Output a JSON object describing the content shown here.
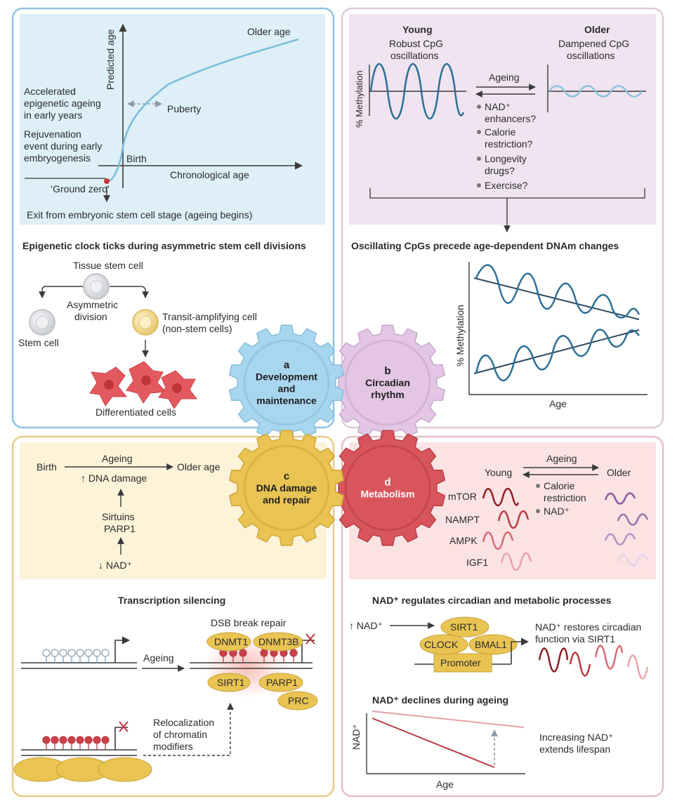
{
  "panel_a": {
    "predicted_age": "Predicted age",
    "older_age": "Older age",
    "accelerated": [
      "Accelerated",
      "epigenetic ageing",
      "in early years"
    ],
    "puberty": "Puberty",
    "rejuvenation": [
      "Rejuvenation",
      "event during early",
      "embryogenesis"
    ],
    "birth": "Birth",
    "chronological_age": "Chronological age",
    "ground_zero": "‘Ground zero’",
    "exit": "Exit from embryonic stem cell stage (ageing begins)",
    "clock_title": "Epigenetic clock ticks during asymmetric stem cell divisions",
    "tissue_stem_cell": "Tissue stem cell",
    "asymmetric": [
      "Asymmetric",
      "division"
    ],
    "transit": [
      "Transit-amplifying cell",
      "(non-stem cells)"
    ],
    "stem_cell": "Stem cell",
    "differentiated": "Differentiated cells"
  },
  "panel_b": {
    "young": "Young",
    "young_sub": [
      "Robust CpG",
      "oscillations"
    ],
    "older": "Older",
    "older_sub": [
      "Dampened CpG",
      "oscillations"
    ],
    "ylabel": "% Methylation",
    "ageing": "Ageing",
    "interventions": [
      "NAD⁺",
      "enhancers?",
      "Calorie",
      "restriction?",
      "Longevity",
      "drugs?",
      "Exercise?"
    ],
    "osc_title": "Oscillating CpGs precede age-dependent DNAm changes",
    "chart_ylabel": "% Methylation",
    "chart_xlabel": "Age"
  },
  "gears": {
    "a": {
      "letter": "a",
      "lines": [
        "Development",
        "and",
        "maintenance"
      ],
      "color": "#a9d6ef"
    },
    "b": {
      "letter": "b",
      "lines": [
        "Circadian",
        "rhythm"
      ],
      "color": "#e2c6e4"
    },
    "c": {
      "letter": "c",
      "lines": [
        "DNA damage",
        "and repair"
      ],
      "color": "#e9c453"
    },
    "d": {
      "letter": "d",
      "lines": [
        "Metabolism"
      ],
      "color": "#d9555c"
    }
  },
  "panel_c": {
    "birth": "Birth",
    "ageing": "Ageing",
    "older_age": "Older age",
    "dna_damage": "↑ DNA damage",
    "sirtuins": "Sirtuins",
    "parp1": "PARP1",
    "nad": "↓ NAD⁺",
    "ts_title": "Transcription silencing",
    "dsb": "DSB break repair",
    "ageing2": "Ageing",
    "proteins": [
      "DNMT1",
      "DNMT3B",
      "SIRT1",
      "PARP1",
      "PRC"
    ],
    "relocal": [
      "Relocalization",
      "of chromatin",
      "modifiers"
    ]
  },
  "panel_d": {
    "ageing": "Ageing",
    "young": "Young",
    "older": "Older",
    "interventions": [
      "Calorie",
      "restriction",
      "NAD⁺"
    ],
    "genes": [
      "mTOR",
      "NAMPT",
      "AMPK",
      "IGF1"
    ],
    "nad_title": "NAD⁺ regulates circadian and metabolic processes",
    "nad_up": "↑ NAD⁺",
    "sirt1": "SIRT1",
    "clock": "CLOCK",
    "bmal1": "BMAL1",
    "promoter": "Promoter",
    "restores": [
      "NAD⁺ restores circadian",
      "function via SIRT1"
    ],
    "decline_title": "NAD⁺ declines during ageing",
    "ylabel": "NAD⁺",
    "xlabel": "Age",
    "increasing": [
      "Increasing NAD⁺",
      "extends lifespan"
    ]
  }
}
